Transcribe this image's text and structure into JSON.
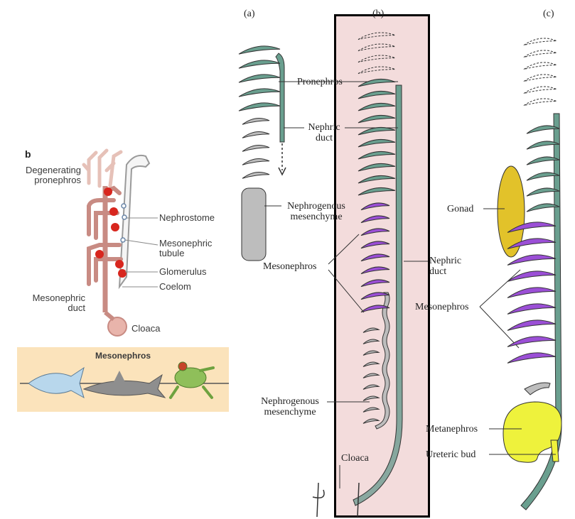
{
  "panels": {
    "a": "(a)",
    "b": "(b)",
    "c": "(c)"
  },
  "inset": {
    "letter": "b",
    "degenerating": "Degenerating\npronephros",
    "nephrostome": "Nephrostome",
    "mesonephric_tubule": "Mesonephric\ntubule",
    "glomerulus": "Glomerulus",
    "coelom": "Coelom",
    "mesonephric_duct": "Mesonephric\nduct",
    "cloaca": "Cloaca",
    "banner": "Mesonephros"
  },
  "labels_a": {
    "pronephros": "Pronephros",
    "nephric_duct": "Nephric\nduct",
    "nephrogenous": "Nephrogenous\nmesenchyme"
  },
  "labels_b": {
    "mesonephros": "Mesonephros",
    "nephric_duct": "Nephric\nduct",
    "nephrogenous": "Nephrogenous\nmesenchyme",
    "cloaca": "Cloaca"
  },
  "labels_c": {
    "gonad": "Gonad",
    "mesonephros": "Mesonephros",
    "metanephros": "Metanephros",
    "ureteric_bud": "Ureteric bud"
  },
  "colors": {
    "teal": "#6a9f8f",
    "purple": "#9b4fd6",
    "grey": "#bdbdbd",
    "gonad": "#e2c22a",
    "metanephros": "#eef23c",
    "pink_bg": "#f3dcdc"
  }
}
